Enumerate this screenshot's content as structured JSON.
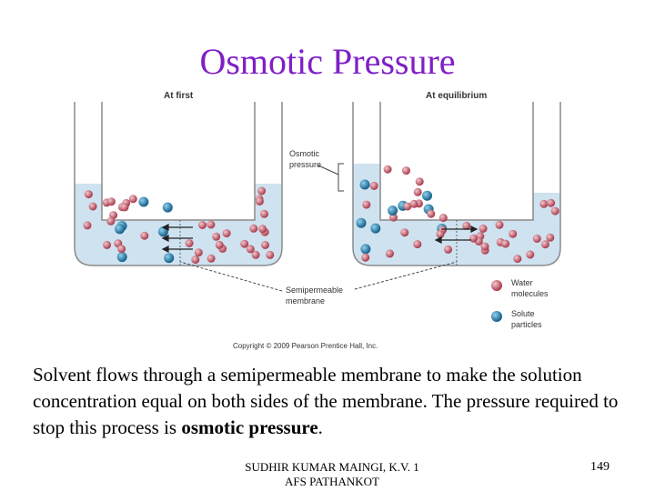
{
  "slide": {
    "title": "Osmotic Pressure",
    "body_part1": "Solvent flows through a semipermeable membrane to make the solution concentration equal on both sides of the membrane. The pressure required to stop this process is ",
    "body_bold": "osmotic pressure",
    "body_end": "."
  },
  "figure": {
    "label_at_first": "At first",
    "label_at_equilibrium": "At equilibrium",
    "label_osmotic_line1": "Osmotic",
    "label_osmotic_line2": "pressure",
    "label_semi_line1": "Semipermeable",
    "label_semi_line2": "membrane",
    "legend_water_line1": "Water",
    "legend_water_line2": "molecules",
    "legend_solute_line1": "Solute",
    "legend_solute_line2": "particles",
    "copyright": "Copyright © 2009 Pearson Prentice Hall, Inc.",
    "colors": {
      "water_molecule": "#c85a6a",
      "solute_particle": "#2a8ab8",
      "liquid": "#cfe2f0",
      "tube_outline": "#8a8a8a"
    }
  },
  "footer": {
    "author_line1": "SUDHIR KUMAR MAINGI, K.V. 1",
    "author_line2": "AFS PATHANKOT",
    "page_number": "149"
  }
}
